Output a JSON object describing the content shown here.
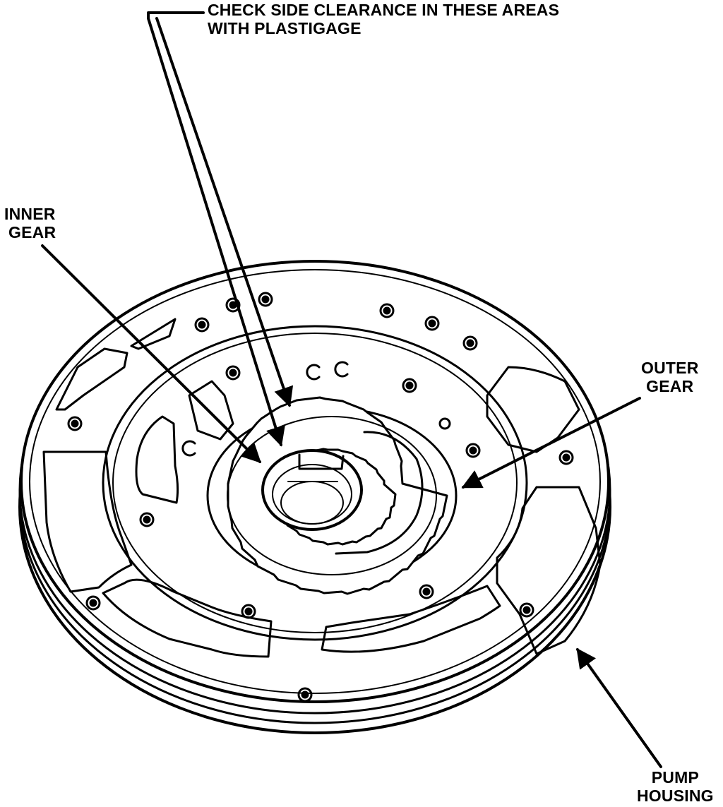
{
  "labels": {
    "check": {
      "line1": "CHECK SIDE CLEARANCE IN THESE AREAS",
      "line2": "WITH PLASTIGAGE"
    },
    "inner_gear": {
      "line1": "INNER",
      "line2": "GEAR"
    },
    "outer_gear": {
      "line1": "OUTER",
      "line2": "GEAR"
    },
    "pump_housing": {
      "line1": "PUMP",
      "line2": "HOUSING"
    }
  },
  "colors": {
    "ink": "#000000",
    "paper": "#ffffff"
  }
}
